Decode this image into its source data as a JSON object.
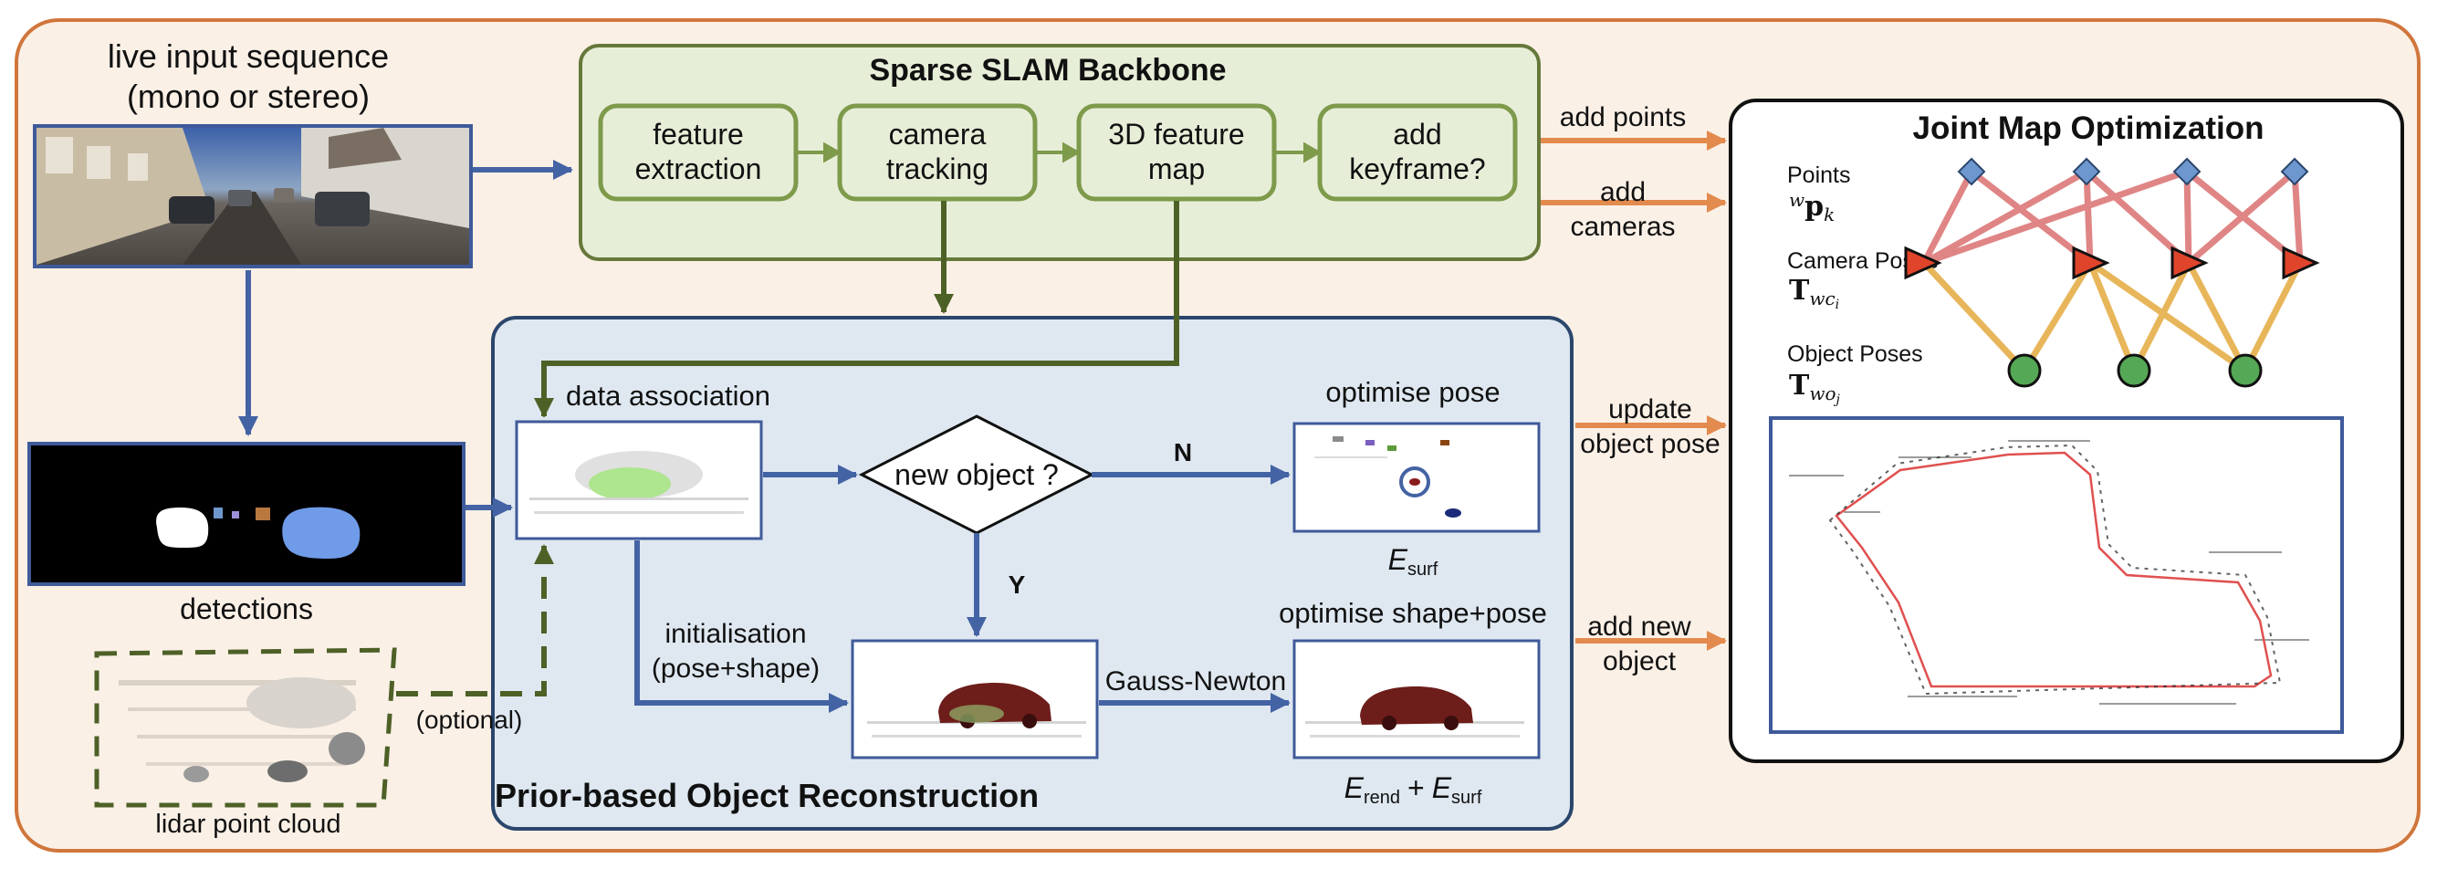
{
  "input": {
    "title_line1": "live input sequence",
    "title_line2": "(mono or stereo)",
    "detections_label": "detections",
    "lidar_label": "lidar point cloud",
    "optional_label": "(optional)"
  },
  "slam": {
    "title": "Sparse SLAM Backbone",
    "steps": [
      {
        "line1": "feature",
        "line2": "extraction"
      },
      {
        "line1": "camera",
        "line2": "tracking"
      },
      {
        "line1": "3D feature",
        "line2": "map"
      },
      {
        "line1": "add",
        "line2": "keyframe?"
      }
    ]
  },
  "recon": {
    "title": "Prior-based Object Reconstruction",
    "data_association": "data association",
    "decision": "new object ?",
    "no_label": "N",
    "yes_label": "Y",
    "optimise_pose": "optimise pose",
    "init_line1": "initialisation",
    "init_line2": "(pose+shape)",
    "gauss_newton": "Gauss-Newton",
    "optimise_shape_pose": "optimise shape+pose",
    "e_surf_base": "E",
    "e_surf_sub": "surf",
    "e_rend_base": "E",
    "e_rend_sub": "rend",
    "plus": "+",
    "e_surf2_base": "E",
    "e_surf2_sub": "surf"
  },
  "connectors": {
    "add_points": "add points",
    "add_cameras_line1": "add",
    "add_cameras_line2": "cameras",
    "update_line1": "update",
    "update_line2": "object pose",
    "addnew_line1": "add new",
    "addnew_line2": "object"
  },
  "joint": {
    "title": "Joint Map Optimization",
    "points_label": "Points",
    "points_sym_sup": "w",
    "points_sym": "p",
    "points_sym_sub": "k",
    "camera_label": "Camera Poses",
    "camera_sym": "T",
    "camera_sym_sub": "wc",
    "camera_sym_subsub": "i",
    "object_label": "Object Poses",
    "object_sym": "T",
    "object_sym_sub": "wo",
    "object_sym_subsub": "j"
  },
  "colors": {
    "outer_border": "#d0763c",
    "outer_fill": "#fbf0e6",
    "slam_fill": "#e7eed8",
    "slam_border": "#65793a",
    "recon_fill": "#dfe8f1",
    "recon_border": "#2b466c",
    "blue_arrow": "#4463a4",
    "green_arrow": "#4d6127",
    "orange_arrow": "#e38a4e",
    "node_point": "#6f97cf",
    "node_camera": "#e0452c",
    "node_object": "#55a855",
    "edge_pink": "#e08585",
    "edge_yellow": "#e8b65a"
  }
}
